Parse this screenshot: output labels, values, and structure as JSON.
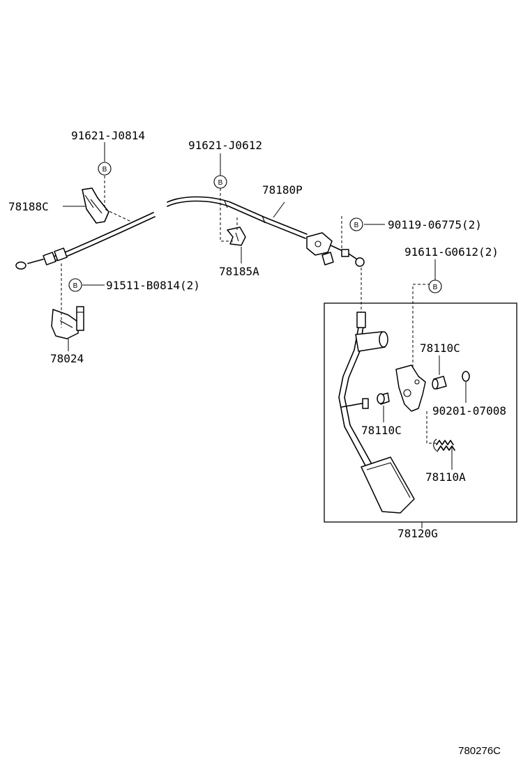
{
  "labels": {
    "p91621_J0814": "91621-J0814",
    "p91621_J0612": "91621-J0612",
    "p78180P": "78180P",
    "p78188C": "78188C",
    "p90119_06775": "90119-06775(2)",
    "p91611_G0612": "91611-G0612(2)",
    "p78185A": "78185A",
    "p91511_B0814": "91511-B0814(2)",
    "p78024": "78024",
    "p78110C_top": "78110C",
    "p90201_07008": "90201-07008",
    "p78110C_bottom": "78110C",
    "p78110A": "78110A",
    "p78120G": "78120G"
  },
  "callout_letter": "B",
  "reference_code": "780276C"
}
